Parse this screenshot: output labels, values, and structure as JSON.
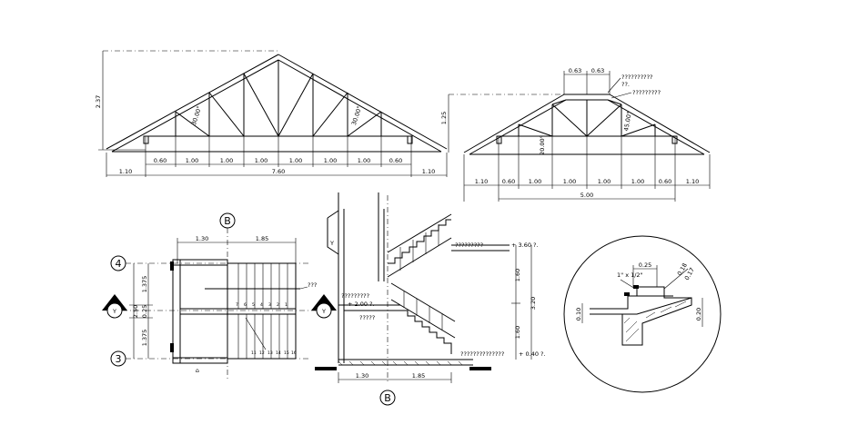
{
  "truss_large": {
    "height": "2.37",
    "web_angle_left": "30.00°",
    "web_angle_right": "30.00°",
    "panels": [
      "0.60",
      "1.00",
      "1.00",
      "1.00",
      "1.00",
      "1.00",
      "1.00",
      "0.60"
    ],
    "overhang_left": "1.10",
    "span": "7.60",
    "overhang_right": "1.10"
  },
  "truss_small": {
    "height": "1.25",
    "top_segments": [
      "0.63",
      "0.63"
    ],
    "note_1": "??????????",
    "note_1b": "??.",
    "note_2": "?????????",
    "web_angle_left": "20.00°",
    "web_angle_right": "45.00°",
    "dims": [
      "1.10",
      "0.60",
      "1.00",
      "1.00",
      "1.00",
      "1.00",
      "0.60",
      "1.10"
    ],
    "span": "5.00"
  },
  "stair_plan": {
    "axis_top": "B",
    "axis_4": "4",
    "axis_3": "3",
    "marker": "Y",
    "top_dims": [
      "1.30",
      "1.85"
    ],
    "side_dims": [
      "1.375",
      "0.25",
      "1.375"
    ],
    "side_total": "2.50",
    "note": "???",
    "step_numbers_top": [
      "7",
      "6",
      "5",
      "4",
      "3",
      "2",
      "1"
    ],
    "step_numbers_bottom": [
      "11",
      "12",
      "13",
      "14",
      "15",
      "16"
    ]
  },
  "stair_section": {
    "upper_note": "?????????",
    "upper_level": "+ 3.60 ?.",
    "flight_top": "1.60",
    "total_height": "3.20",
    "flight_bottom": "1.60",
    "mid_note_1": "?????????",
    "mid_level": "+ 2.00 ?.",
    "mid_note_2": "?????",
    "lower_note": "??????????????",
    "lower_level": "+ 0.40 ?.",
    "bottom_dims": [
      "1.30",
      "1.85"
    ],
    "axis_bottom": "B",
    "marker": "Y"
  },
  "detail": {
    "top_dim": "0.25",
    "nosing_note": "1\" x 1/2\"",
    "slope_dims": [
      "0.18",
      "0.17"
    ],
    "left_dim": "0.10",
    "right_dim": "0.20"
  }
}
